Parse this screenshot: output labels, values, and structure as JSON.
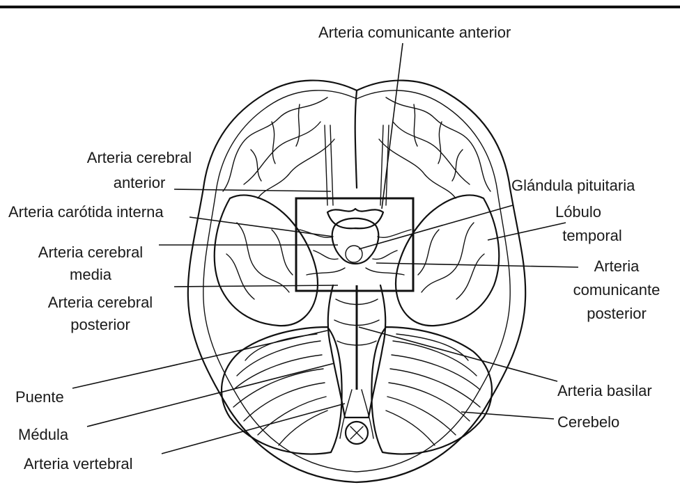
{
  "labels": {
    "anterior_communicating": "Arteria comunicante anterior",
    "anterior_cerebral_1": "Arteria cerebral",
    "anterior_cerebral_2": "anterior",
    "internal_carotid": "Arteria carótida interna",
    "middle_cerebral_1": "Arteria cerebral",
    "middle_cerebral_2": "media",
    "posterior_cerebral_1": "Arteria cerebral",
    "posterior_cerebral_2": "posterior",
    "pons": "Puente",
    "medulla": "Médula",
    "vertebral": "Arteria vertebral",
    "pituitary": "Glándula pituitaria",
    "temporal_1": "Lóbulo",
    "temporal_2": "temporal",
    "posterior_communicating_1": "Arteria",
    "posterior_communicating_2": "comunicante",
    "posterior_communicating_3": "posterior",
    "basilar": "Arteria basilar",
    "cerebellum": "Cerebelo"
  }
}
